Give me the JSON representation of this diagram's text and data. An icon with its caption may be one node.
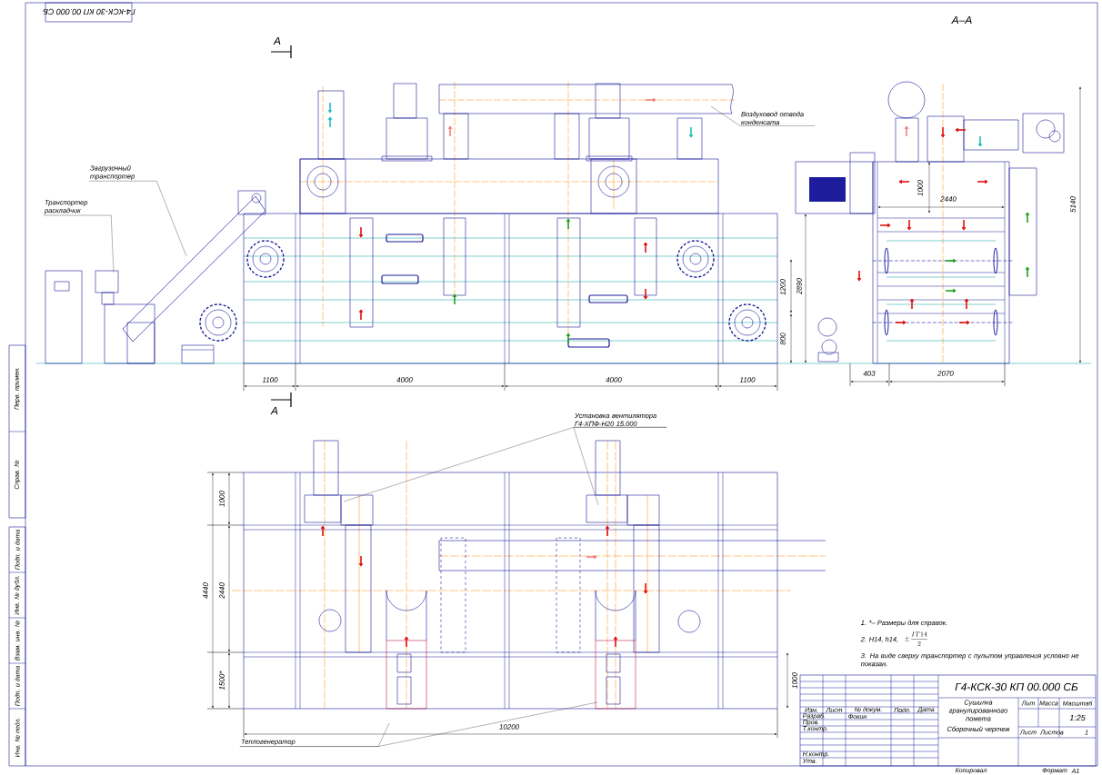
{
  "diagram": {
    "nodes": [
      {
        "text": [
          "Загрузочный транспортер"
        ]
      },
      {
        "text": [
          "Транспортер раскладчик"
        ]
      },
      {
        "text": [
          "Воздуховод отвода конденсата"
        ]
      },
      {
        "text": [
          "Установка вентилятора Г4-ХПФ-Н20 15.000"
        ]
      },
      {
        "text": [
          "Теплогенератор"
        ]
      }
    ],
    "edges": [
      {
        "from": 0,
        "to": null,
        "arrow": "none"
      },
      {
        "from": 1,
        "to": null,
        "arrow": "none"
      },
      {
        "from": 2,
        "to": null,
        "arrow": "none"
      },
      {
        "from": 3,
        "to": null,
        "arrow": "none"
      },
      {
        "from": 3,
        "to": null,
        "arrow": "none"
      },
      {
        "from": 4,
        "to": null,
        "arrow": "none"
      },
      {
        "from": 4,
        "to": null,
        "arrow": "none"
      }
    ],
    "labels": [
      "Г4-КСК-30 КП 00.000 СБ",
      "А",
      "А–А",
      "1000",
      "2440",
      "5140",
      "1200",
      "2890",
      "800",
      "1100",
      "4000",
      "4000",
      "1100",
      "403",
      "2070",
      "А",
      "1000",
      "4440",
      "2440",
      "1500*",
      "1000",
      "10200",
      "1. *– Размеры для справок.",
      "2. H14, h14,",
      "\\pm\\frac{IT14}{2}",
      "3. На виде сверху транспортер с пультом управления условно не показан.",
      "Г4-КСК-30 КП 00.000 СБ",
      "Сушилка гранулированного помета",
      "Сборочный чертеж",
      "Лит",
      "Масса",
      "Масштаб",
      "1:25",
      "Лист",
      "Листов",
      "1",
      "Изм.",
      "Лист",
      "№ докум.",
      "Подп.",
      "Дата",
      "Разраб.",
      "Фокин",
      "Пров.",
      "Т.контр.",
      "Н.контр.",
      "Утв.",
      "Копировал",
      "Формат",
      "A1",
      "Перв. примен.",
      "Справ. №",
      "Подп. и дата",
      "Инв. № дубл.",
      "Взам. инв. №",
      "Подп. и дата",
      "Инв. № подл."
    ]
  }
}
